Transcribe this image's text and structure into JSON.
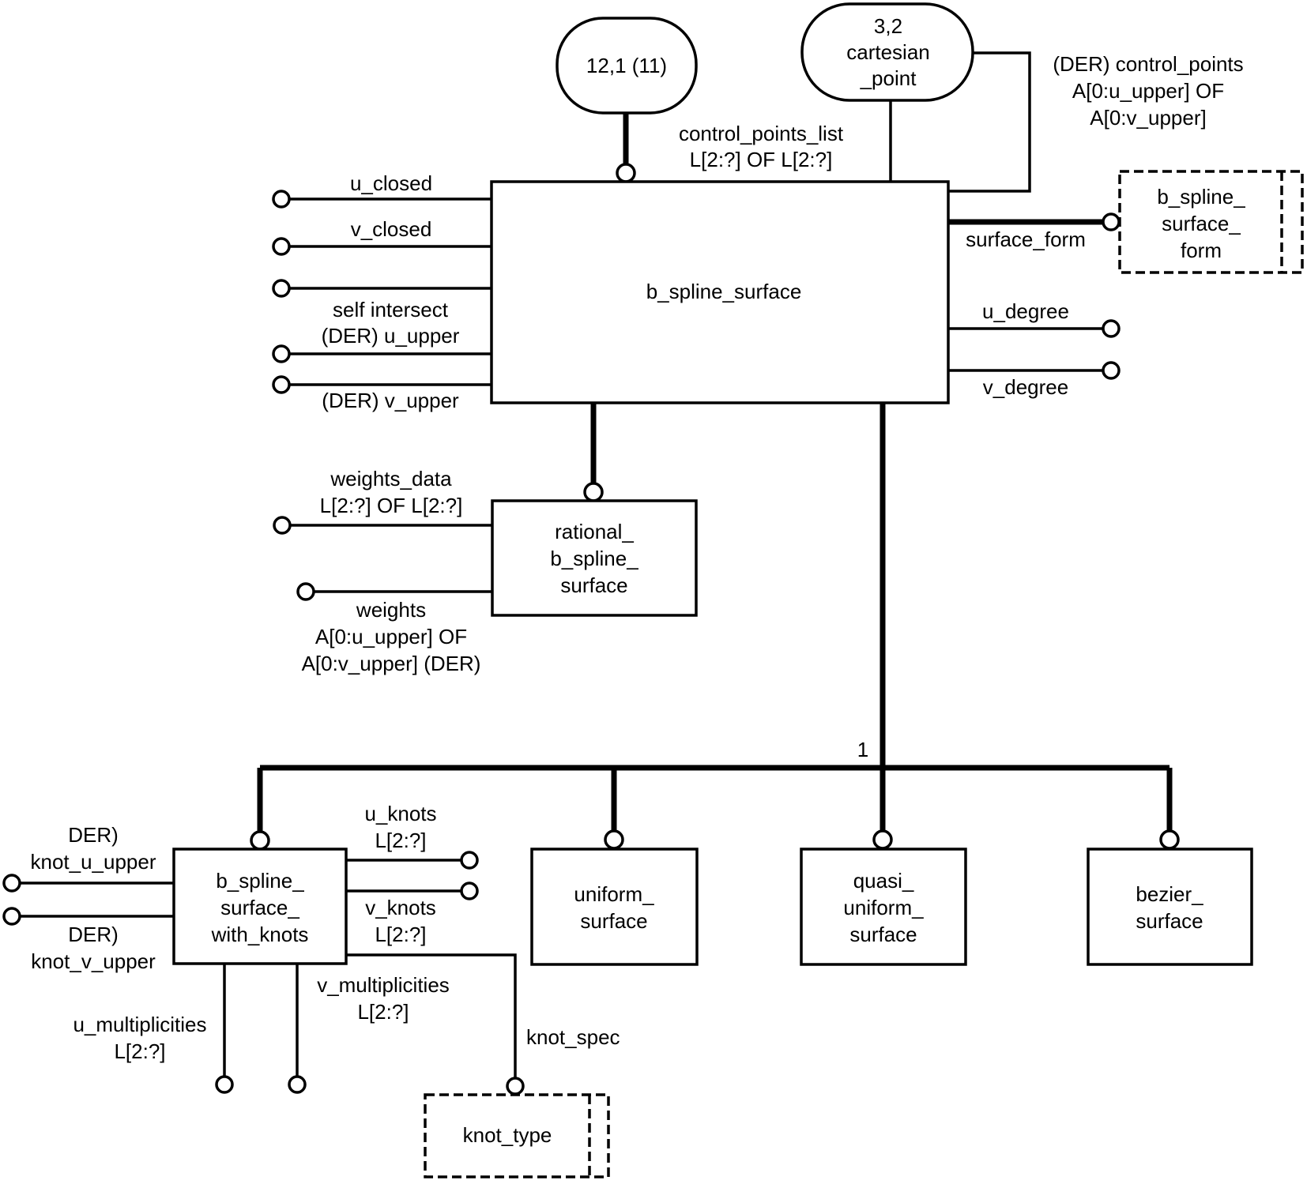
{
  "diagram": {
    "type": "EXPRESS-G entity diagram",
    "page_refs": {
      "ref_12_1": "12,1 (11)",
      "cartesian_point": [
        "3,2",
        "cartesian",
        "_point"
      ]
    },
    "entities": {
      "b_spline_surface": "b_spline_surface",
      "rational_b_spline_surface": [
        "rational_",
        "b_spline_",
        "surface"
      ],
      "b_spline_surface_with_knots": [
        "b_spline_",
        "surface_",
        "with_knots"
      ],
      "uniform_surface": [
        "uniform_",
        "surface"
      ],
      "quasi_uniform_surface": [
        "quasi_",
        "uniform_",
        "surface"
      ],
      "bezier_surface": [
        "bezier_",
        "surface"
      ]
    },
    "types": {
      "b_spline_surface_form": [
        "b_spline_",
        "surface_",
        "form"
      ],
      "knot_type": "knot_type"
    },
    "attributes": {
      "control_points_list": [
        "control_points_list",
        "L[2:?] OF L[2:?]"
      ],
      "control_points": [
        "(DER) control_points",
        "A[0:u_upper] OF",
        "A[0:v_upper]"
      ],
      "u_closed": "u_closed",
      "v_closed": "v_closed",
      "self_intersect_u_upper": [
        "self intersect",
        "(DER) u_upper"
      ],
      "v_upper": "(DER) v_upper",
      "surface_form": "surface_form",
      "u_degree": "u_degree",
      "v_degree": "v_degree",
      "weights_data": [
        "weights_data",
        "L[2:?] OF L[2:?]"
      ],
      "weights": [
        "weights",
        "A[0:u_upper] OF",
        "A[0:v_upper] (DER)"
      ],
      "knot_u_upper": [
        "DER)",
        "knot_u_upper"
      ],
      "knot_v_upper": [
        "DER)",
        "knot_v_upper"
      ],
      "u_knots": [
        "u_knots",
        "L[2:?]"
      ],
      "v_knots": [
        "v_knots",
        "L[2:?]"
      ],
      "u_multiplicities": [
        "u_multiplicities",
        "L[2:?]"
      ],
      "v_multiplicities": [
        "v_multiplicities",
        "L[2:?]"
      ],
      "knot_spec": "knot_spec"
    },
    "supertype_constraint": "1"
  }
}
